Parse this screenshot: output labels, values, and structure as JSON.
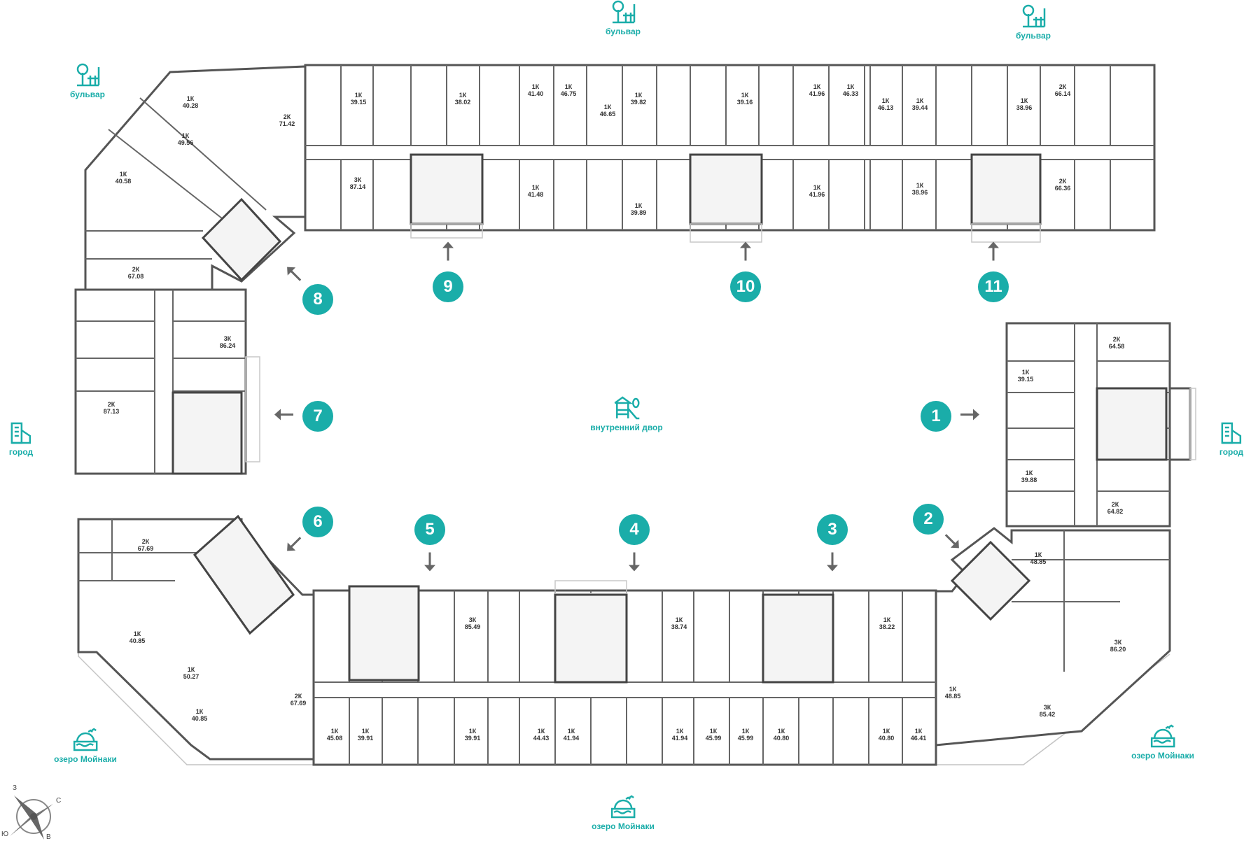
{
  "colors": {
    "accent": "#1aada9",
    "wall": "#555555",
    "outline": "#bbbbbb"
  },
  "landmarks": {
    "boulevard_top": "бульвар",
    "boulevard_top_right": "бульвар",
    "boulevard_left": "бульвар",
    "courtyard": "внутренний двор",
    "city_left": "город",
    "city_right": "город",
    "lake_left": "озеро Мойнаки",
    "lake_bottom": "озеро Мойнаки",
    "lake_right": "озеро Мойнаки"
  },
  "sections": [
    "1",
    "2",
    "3",
    "4",
    "5",
    "6",
    "7",
    "8",
    "9",
    "10",
    "11"
  ],
  "compass": {
    "north": "С",
    "south": "Ю",
    "east": "В",
    "west": "З"
  },
  "apartments": [
    {
      "type": "1К",
      "area": "40.28"
    },
    {
      "type": "1К",
      "area": "49.56"
    },
    {
      "type": "1К",
      "area": "40.58"
    },
    {
      "type": "2К",
      "area": "71.42"
    },
    {
      "type": "2К",
      "area": "67.08"
    },
    {
      "type": "1К",
      "area": "39.15"
    },
    {
      "type": "3К",
      "area": "87.14"
    },
    {
      "type": "1К",
      "area": "38.02"
    },
    {
      "type": "1К",
      "area": "41.40"
    },
    {
      "type": "1К",
      "area": "46.75"
    },
    {
      "type": "1К",
      "area": "46.65"
    },
    {
      "type": "1К",
      "area": "39.82"
    },
    {
      "type": "1К",
      "area": "39.16"
    },
    {
      "type": "1К",
      "area": "41.96"
    },
    {
      "type": "1К",
      "area": "46.33"
    },
    {
      "type": "1К",
      "area": "41.48"
    },
    {
      "type": "1К",
      "area": "39.89"
    },
    {
      "type": "1К",
      "area": "41.96"
    },
    {
      "type": "1К",
      "area": "46.13"
    },
    {
      "type": "1К",
      "area": "39.44"
    },
    {
      "type": "1К",
      "area": "38.96"
    },
    {
      "type": "2К",
      "area": "66.14"
    },
    {
      "type": "1К",
      "area": "38.96"
    },
    {
      "type": "2К",
      "area": "66.36"
    },
    {
      "type": "3К",
      "area": "86.24"
    },
    {
      "type": "2К",
      "area": "87.13"
    },
    {
      "type": "2К",
      "area": "64.58"
    },
    {
      "type": "1К",
      "area": "39.15"
    },
    {
      "type": "1К",
      "area": "39.88"
    },
    {
      "type": "2К",
      "area": "64.82"
    },
    {
      "type": "2К",
      "area": "67.69"
    },
    {
      "type": "1К",
      "area": "40.85"
    },
    {
      "type": "1К",
      "area": "50.27"
    },
    {
      "type": "1К",
      "area": "40.85"
    },
    {
      "type": "2К",
      "area": "67.69"
    },
    {
      "type": "1К",
      "area": "45.08"
    },
    {
      "type": "1К",
      "area": "39.91"
    },
    {
      "type": "3К",
      "area": "85.49"
    },
    {
      "type": "1К",
      "area": "39.91"
    },
    {
      "type": "1К",
      "area": "44.43"
    },
    {
      "type": "1К",
      "area": "41.94"
    },
    {
      "type": "1К",
      "area": "38.74"
    },
    {
      "type": "1К",
      "area": "41.94"
    },
    {
      "type": "1К",
      "area": "45.99"
    },
    {
      "type": "1К",
      "area": "45.99"
    },
    {
      "type": "1К",
      "area": "40.80"
    },
    {
      "type": "1К",
      "area": "38.22"
    },
    {
      "type": "1К",
      "area": "40.80"
    },
    {
      "type": "1К",
      "area": "46.41"
    },
    {
      "type": "1К",
      "area": "48.85"
    },
    {
      "type": "1К",
      "area": "48.85"
    },
    {
      "type": "3К",
      "area": "86.20"
    },
    {
      "type": "3К",
      "area": "85.42"
    }
  ]
}
